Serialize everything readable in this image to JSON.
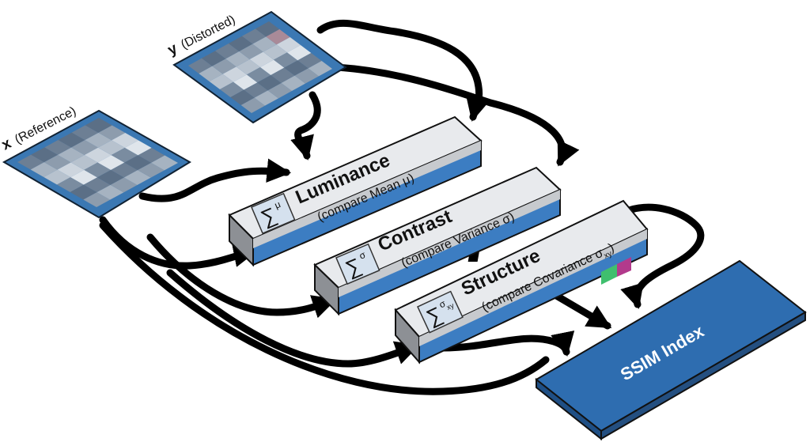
{
  "inputs": {
    "x": {
      "symbol": "x",
      "caption": "(Reference)"
    },
    "y": {
      "symbol": "y",
      "caption": "(Distorted)"
    }
  },
  "modules": {
    "luminance": {
      "title": "Luminance",
      "subtitle": "(compare Mean μ)",
      "icon_sup": "μ"
    },
    "contrast": {
      "title": "Contrast",
      "subtitle": "(compare Variance σ)",
      "icon_sup": "σ"
    },
    "structure": {
      "title": "Structure",
      "subtitle_main": "(compare Covariance σ",
      "subtitle_sub": "xy",
      "subtitle_close": ")",
      "icon_sup": "σ",
      "icon_sub": "xy"
    }
  },
  "icon_sum": "∑",
  "output": {
    "title": "SSIM Index"
  },
  "colors": {
    "image_frame": "#3b78b3",
    "module_face": "#e6e8eb",
    "module_accent": "#3c7dc2",
    "output_fill": "#2e6db0",
    "arrow": "#000000"
  }
}
